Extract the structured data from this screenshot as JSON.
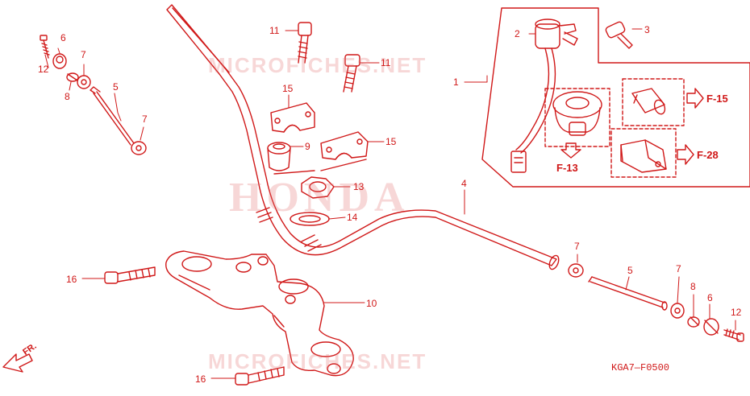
{
  "watermarks": {
    "site_top": "MICROFICHES.NET",
    "brand": "HONDA",
    "site_bottom": "MICROFICHES.NET"
  },
  "callouts": {
    "p1": "1",
    "p2": "2",
    "p3": "3",
    "p4": "4",
    "p5_left": "5",
    "p5_right": "5",
    "p6_left": "6",
    "p6_right": "6",
    "p7_left_top": "7",
    "p7_left_bottom": "7",
    "p7_right_a": "7",
    "p7_right_b": "7",
    "p8_left": "8",
    "p8_right": "8",
    "p9": "9",
    "p10": "10",
    "p11_a": "11",
    "p11_b": "11",
    "p12_left": "12",
    "p12_right": "12",
    "p13": "13",
    "p14": "14",
    "p15_a": "15",
    "p15_b": "15",
    "p16_a": "16",
    "p16_b": "16"
  },
  "refs": {
    "f15": "F-15",
    "f13": "F-13",
    "f28": "F-28"
  },
  "front_mark": "FR.",
  "diagram_code": "KGA7—F0500",
  "colors": {
    "ink": "#d01818",
    "watermark": "#e06e6e"
  }
}
